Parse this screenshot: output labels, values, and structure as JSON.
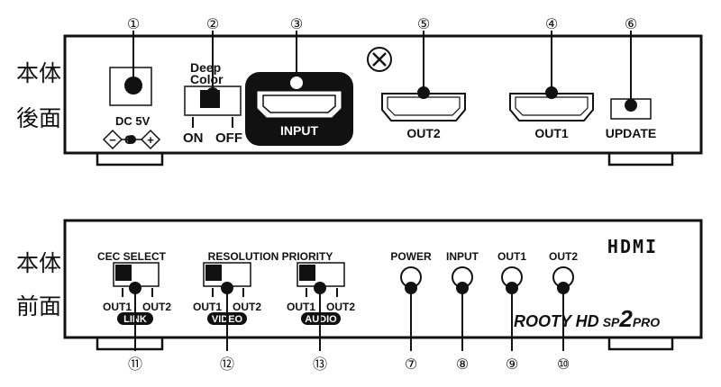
{
  "rear": {
    "label_top": "本体",
    "label_bottom": "後面",
    "dc_label": "DC 5V",
    "polarity": [
      "−",
      "C",
      "+"
    ],
    "switch_title": [
      "Deep",
      "Color"
    ],
    "switch_on": "ON",
    "switch_off": "OFF",
    "input": "INPUT",
    "out2": "OUT2",
    "out1": "OUT1",
    "update": "UPDATE",
    "callouts": [
      "①",
      "②",
      "③",
      "⑤",
      "④",
      "⑥"
    ]
  },
  "front": {
    "label_top": "本体",
    "label_bottom": "前面",
    "hdmi_logo": "HDMI",
    "brand": {
      "a": "ROOTY HD",
      "b": "SP",
      "c": "2",
      "d": "PRO"
    },
    "cec": {
      "title": "CEC SELECT",
      "left": "OUT1",
      "right": "OUT2",
      "badge": "LINK"
    },
    "resolution": {
      "title": "RESOLUTION PRIORITY",
      "left": "OUT1",
      "right": "OUT2",
      "badge": "VIDEO"
    },
    "audio": {
      "left": "OUT1",
      "right": "OUT2",
      "badge": "AUDIO"
    },
    "leds": [
      "POWER",
      "INPUT",
      "OUT1",
      "OUT2"
    ],
    "callouts": [
      "⑪",
      "⑫",
      "⑬",
      "⑦",
      "⑧",
      "⑨",
      "⑩"
    ]
  }
}
